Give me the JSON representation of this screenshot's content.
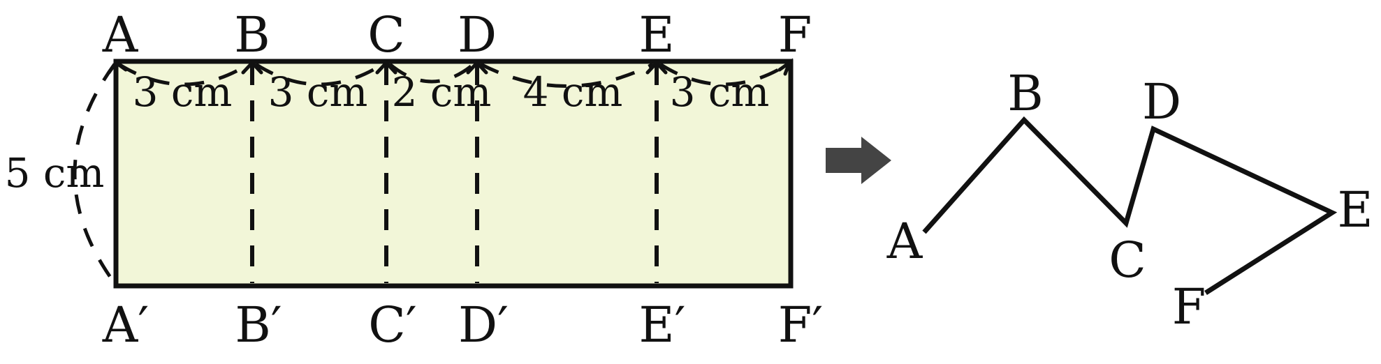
{
  "colors": {
    "fill": "#f2f6d8",
    "ink": "#111111",
    "arrow": "#444444"
  },
  "rectangle": {
    "top_labels": [
      "A",
      "B",
      "C",
      "D",
      "E",
      "F"
    ],
    "bottom_labels": [
      "A′",
      "B′",
      "C′",
      "D′",
      "E′",
      "F′"
    ],
    "height_label": "5 cm",
    "segment_labels": [
      "3 cm",
      "3 cm",
      "2 cm",
      "4 cm",
      "3 cm"
    ]
  },
  "arrow_icon": "right-arrow-icon",
  "folded": {
    "labels": [
      "A",
      "B",
      "C",
      "D",
      "E",
      "F"
    ]
  }
}
